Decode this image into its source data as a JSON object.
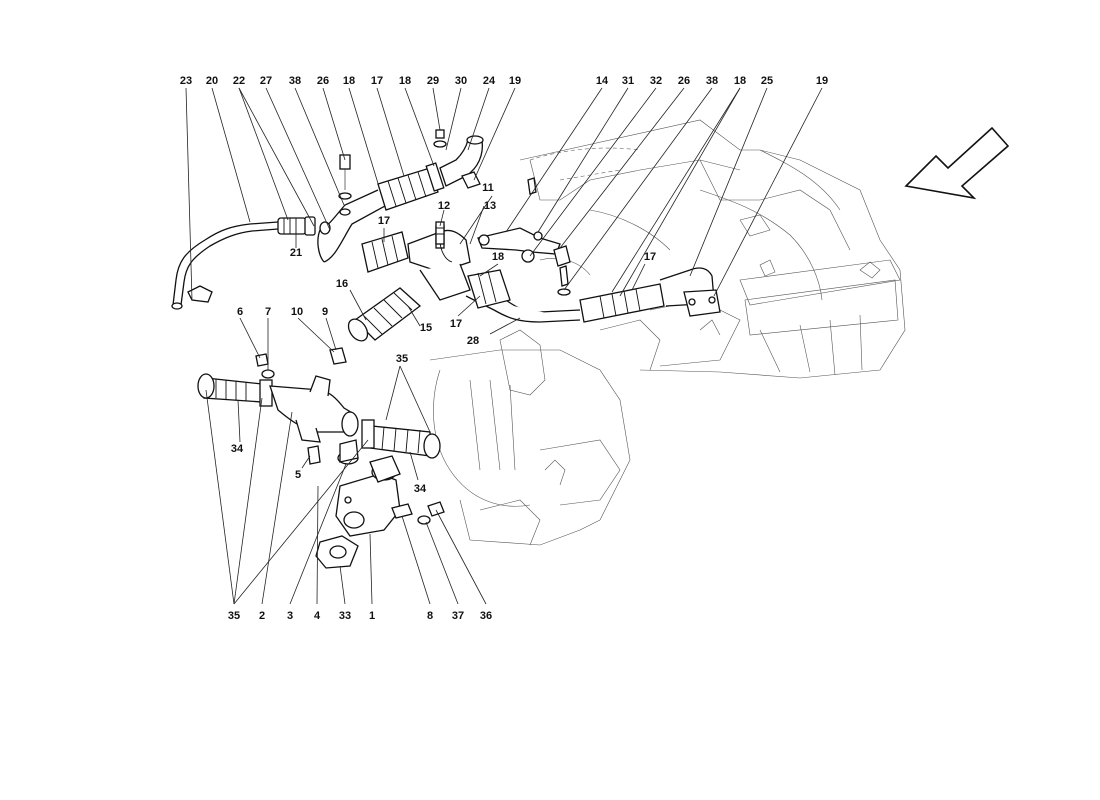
{
  "diagram": {
    "callouts_top": [
      "23",
      "20",
      "22",
      "27",
      "38",
      "26",
      "18",
      "17",
      "18",
      "29",
      "30",
      "24",
      "19",
      "14",
      "31",
      "32",
      "26",
      "38",
      "18",
      "25",
      "19"
    ],
    "callouts_mid": [
      "11",
      "12",
      "13",
      "17",
      "18",
      "16",
      "15",
      "17",
      "28",
      "21"
    ],
    "callouts_left": [
      "6",
      "7",
      "10",
      "9",
      "35",
      "34",
      "5",
      "34"
    ],
    "callouts_bottom": [
      "35",
      "2",
      "3",
      "4",
      "33",
      "1",
      "8",
      "37",
      "36"
    ],
    "colors": {
      "line": "#111111",
      "background": "#ffffff",
      "ghost": "#555555"
    },
    "direction_icon": "arrow-icon"
  }
}
